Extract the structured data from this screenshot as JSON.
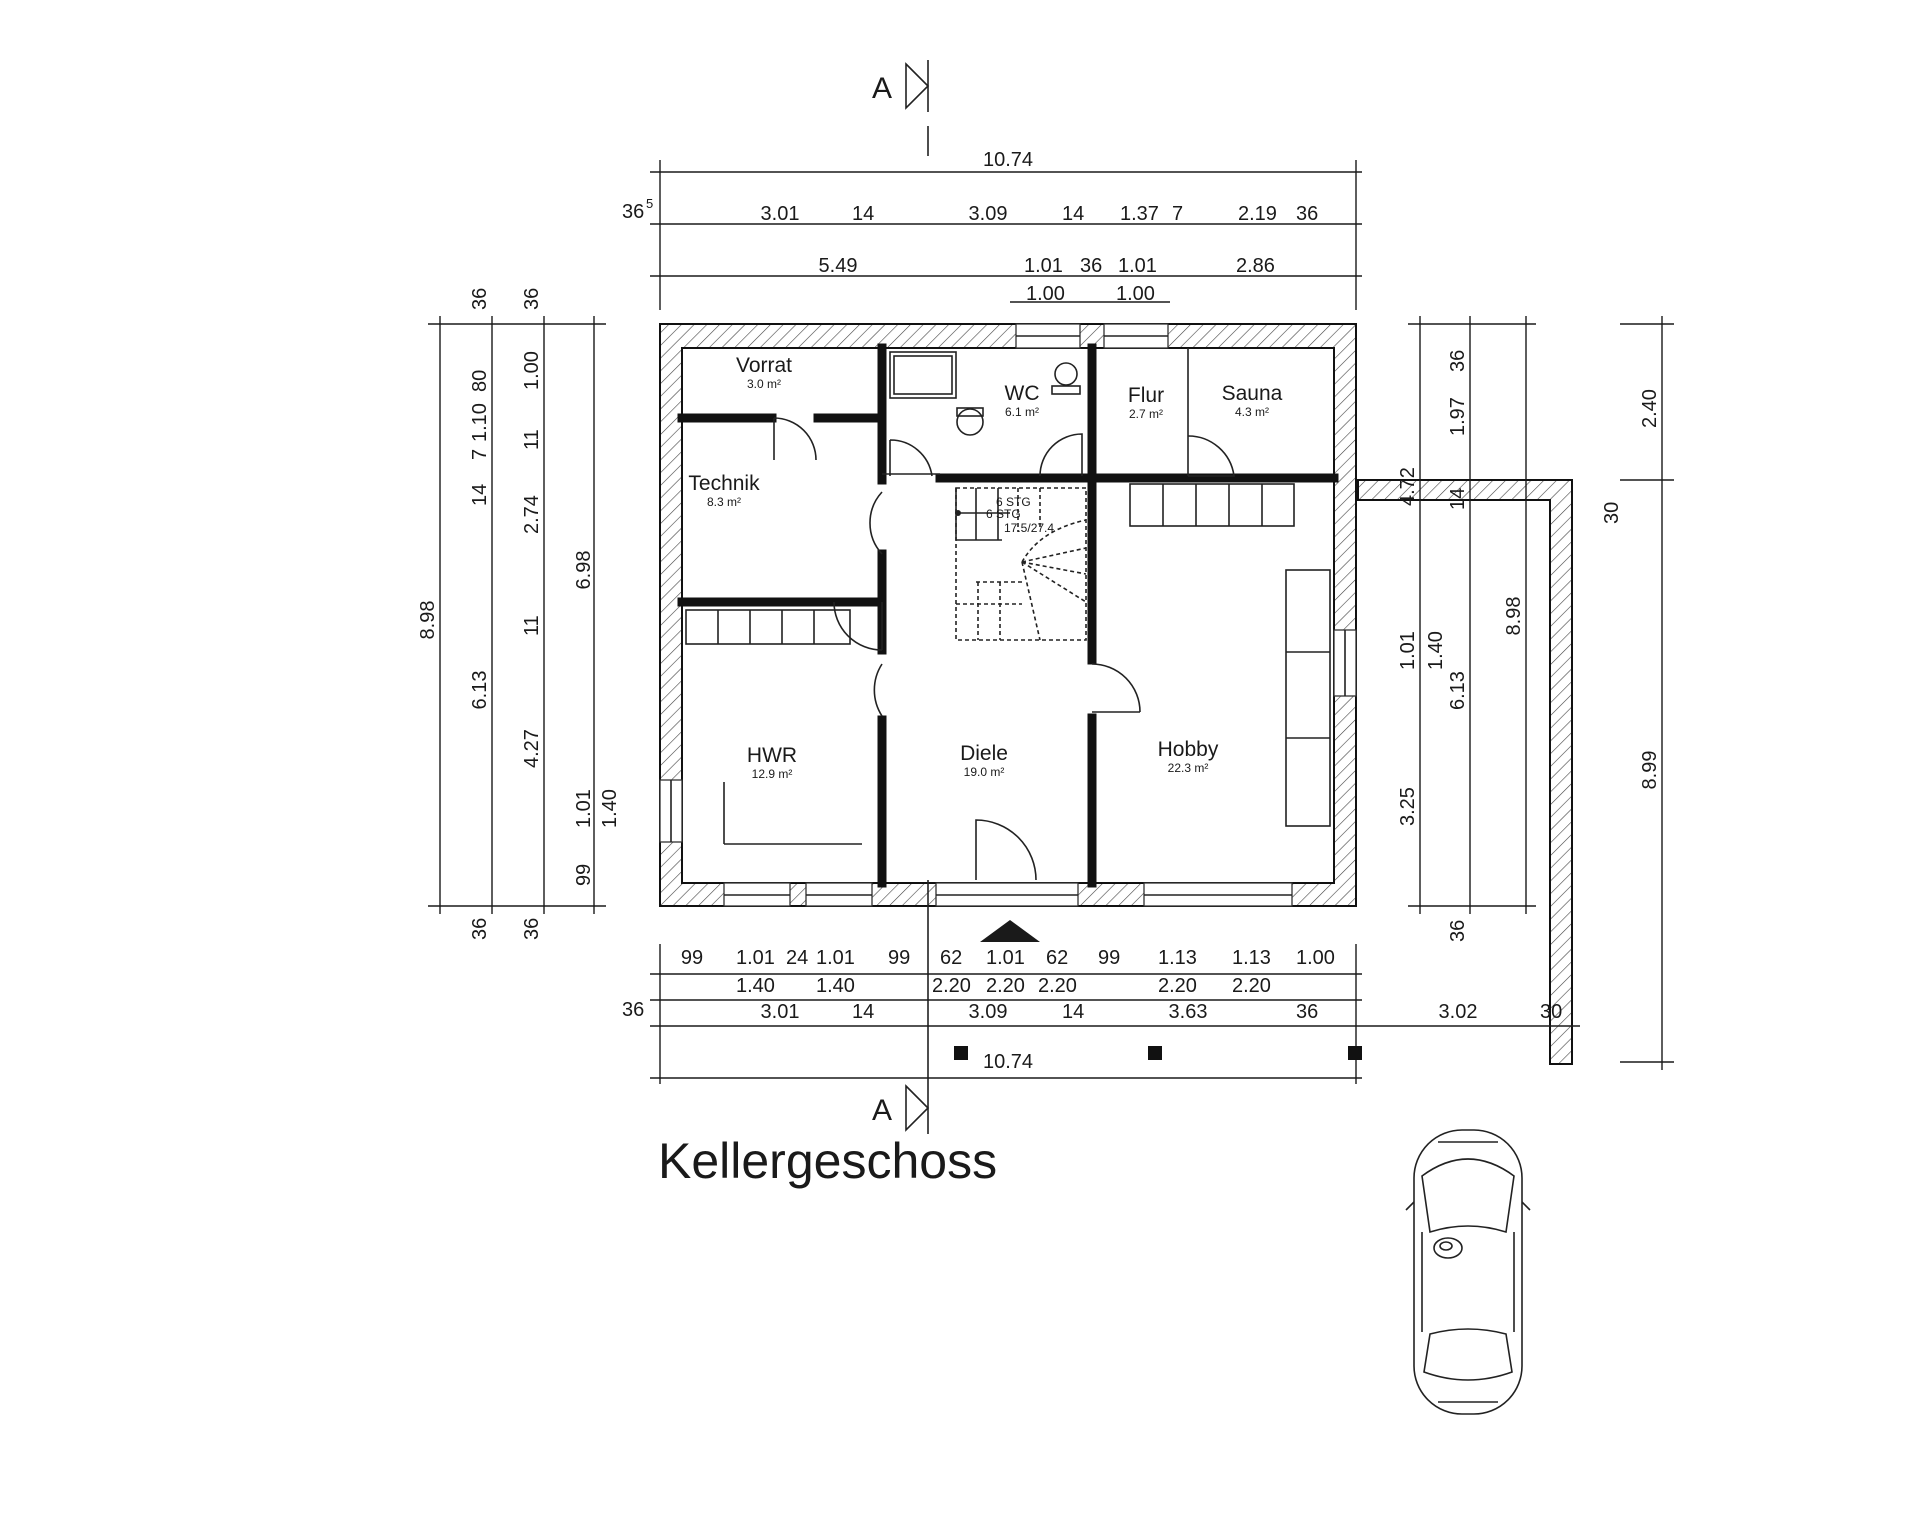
{
  "title": "Kellergeschoss",
  "section_marker": "A",
  "rooms": [
    {
      "name": "Vorrat",
      "area": "3.0 m²"
    },
    {
      "name": "WC",
      "area": "6.1 m²"
    },
    {
      "name": "Flur",
      "area": "2.7 m²"
    },
    {
      "name": "Sauna",
      "area": "4.3 m²"
    },
    {
      "name": "Technik",
      "area": "8.3 m²"
    },
    {
      "name": "HWR",
      "area": "12.9 m²"
    },
    {
      "name": "Diele",
      "area": "19.0 m²"
    },
    {
      "name": "Hobby",
      "area": "22.3 m²"
    }
  ],
  "stair_label": "6 STG",
  "stair_label2": "6 STG",
  "stair_ratio": "17.5/27.4",
  "dims_top": {
    "total": "10.74",
    "r2": [
      "36",
      "3.01",
      "14",
      "3.09",
      "14",
      "1.37",
      "7",
      "2.19",
      "36"
    ],
    "r3": [
      "5.49",
      "1.01",
      "36",
      "1.01",
      "2.86"
    ],
    "r4": [
      "1.00",
      "1.00"
    ],
    "sup": "5"
  },
  "dims_bottom": {
    "r1": [
      "99",
      "1.01",
      "24",
      "1.01",
      "99",
      "62",
      "1.01",
      "62",
      "99",
      "1.13",
      "1.13",
      "1.00"
    ],
    "r2": [
      "1.40",
      "1.40",
      "2.20",
      "2.20",
      "2.20",
      "2.20",
      "2.20"
    ],
    "r3": [
      "36",
      "3.01",
      "14",
      "3.09",
      "14",
      "3.63",
      "36",
      "3.02",
      "30"
    ],
    "total": "10.74"
  },
  "dims_left": {
    "outer": "8.98",
    "c2": [
      "36",
      "80",
      "1.10",
      "7",
      "14",
      "6.13",
      "36"
    ],
    "c3": [
      "36",
      "1.00",
      "11",
      "2.74",
      "11",
      "4.27",
      "36"
    ],
    "c4": [
      "6.98",
      "1.01",
      "1.40",
      "99"
    ]
  },
  "dims_right": {
    "c1": [
      "4.72",
      "1.01",
      "1.40",
      "3.25",
      "36"
    ],
    "c2": [
      "1.97",
      "36",
      "14",
      "6.13"
    ],
    "c3": "8.98",
    "c4": [
      "2.40",
      "30",
      "8.99"
    ]
  }
}
